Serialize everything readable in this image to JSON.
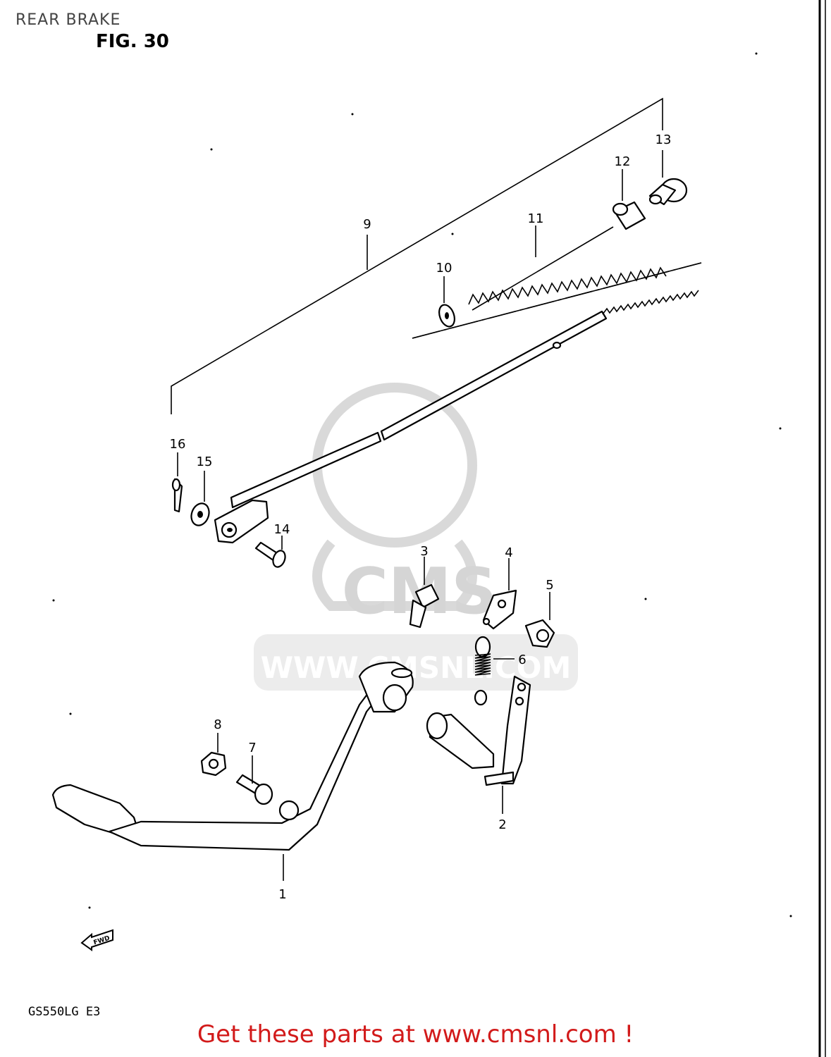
{
  "header": {
    "title": "REAR BRAKE",
    "figure": "FIG. 30"
  },
  "model_code": "GS550LG  E3",
  "watermark": {
    "logo_text": "CMS",
    "url_text": "WWW.CMSNL.COM"
  },
  "fwd_arrow_text": "FWD",
  "callouts": [
    {
      "number": "1"
    },
    {
      "number": "2"
    },
    {
      "number": "3"
    },
    {
      "number": "4"
    },
    {
      "number": "5"
    },
    {
      "number": "6"
    },
    {
      "number": "7"
    },
    {
      "number": "8"
    },
    {
      "number": "9"
    },
    {
      "number": "10"
    },
    {
      "number": "11"
    },
    {
      "number": "12"
    },
    {
      "number": "13"
    },
    {
      "number": "14"
    },
    {
      "number": "15"
    },
    {
      "number": "16"
    }
  ],
  "footer": {
    "link_text": "Get these parts at www.cmsnl.com !"
  },
  "colors": {
    "footer_text": "#d21a1a",
    "watermark": "#d9d9d9"
  }
}
